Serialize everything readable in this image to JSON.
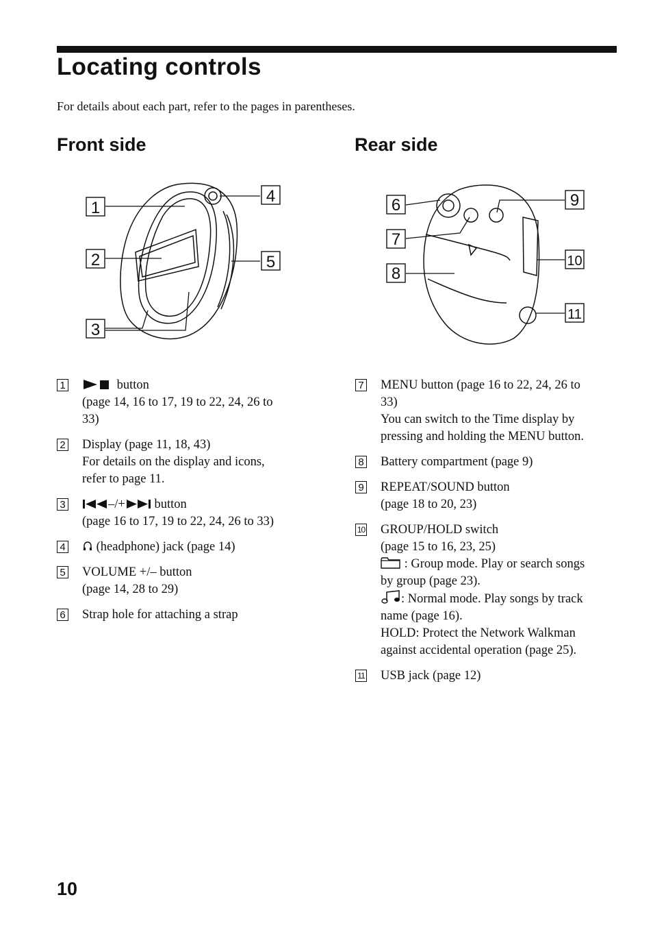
{
  "title": "Locating controls",
  "intro": "For details about each part, refer to the pages in parentheses.",
  "front_heading": "Front side",
  "rear_heading": "Rear side",
  "callouts": [
    "1",
    "2",
    "3",
    "4",
    "5",
    "6",
    "7",
    "8",
    "9",
    "10",
    "11"
  ],
  "items": [
    {
      "num": "1",
      "lines": [
        "button",
        "(page 14, 16 to 17, 19 to 22, 24, 26 to",
        "33)"
      ]
    },
    {
      "num": "2",
      "lines": [
        "Display (page 11, 18, 43)",
        "For details on the display and icons,",
        "refer to page 11."
      ]
    },
    {
      "num": "3",
      "prefix": "–/+",
      "lines": [
        "button",
        "(page 16 to 17, 19 to 22, 24, 26 to 33)"
      ]
    },
    {
      "num": "4",
      "lines": [
        "(headphone) jack (page 14)"
      ]
    },
    {
      "num": "5",
      "lines": [
        "VOLUME +/– button",
        "(page 14, 28 to 29)"
      ]
    },
    {
      "num": "6",
      "lines": [
        "Strap hole for attaching a strap"
      ]
    },
    {
      "num": "7",
      "lines": [
        "MENU button (page 16 to 22, 24, 26 to",
        "33)",
        "You can switch to the Time display by",
        "pressing and holding the MENU button."
      ]
    },
    {
      "num": "8",
      "lines": [
        "Battery compartment (page 9)"
      ]
    },
    {
      "num": "9",
      "lines": [
        "REPEAT/SOUND button",
        "(page 18 to 20, 23)"
      ]
    },
    {
      "num": "10",
      "lines": [
        "GROUP/HOLD switch",
        "(page 15 to 16, 23, 25)",
        ": Group mode. Play or search songs",
        "by group (page 23).",
        ": Normal mode. Play songs by track",
        "name (page 16).",
        "HOLD: Protect the Network Walkman",
        "against accidental operation (page 25)."
      ]
    },
    {
      "num": "11",
      "lines": [
        "USB jack (page 12)"
      ]
    }
  ],
  "icons": {
    "item1": "play-stop-icon",
    "item3_prev": "previous-track-icon",
    "item3_next": "next-track-icon",
    "item4": "headphone-icon",
    "item10_group": "folder-icon",
    "item10_normal": "music-note-icon"
  },
  "page_number": "10"
}
